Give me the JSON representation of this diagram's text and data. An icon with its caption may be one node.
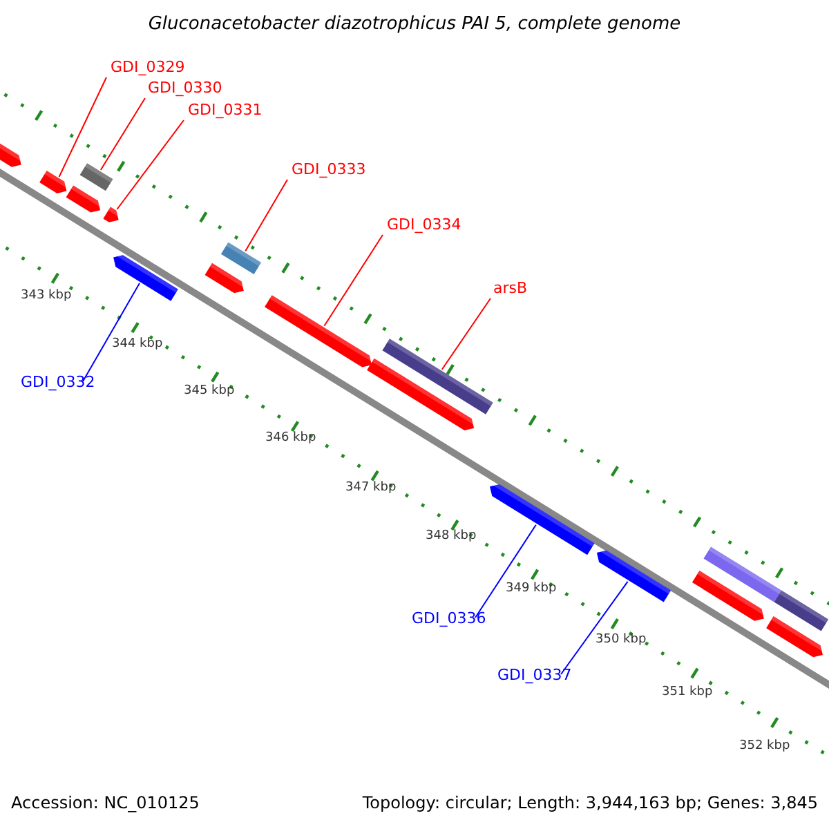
{
  "diagram": {
    "title": "Gluconacetobacter diazotrophicus PAI 5, complete genome",
    "nodes": [
      {
        "text": [
          "GDI_0329"
        ]
      },
      {
        "text": [
          "GDI_0330"
        ]
      },
      {
        "text": [
          "GDI_0331"
        ]
      },
      {
        "text": [
          "GDI_0333"
        ]
      },
      {
        "text": [
          "GDI_0334"
        ]
      },
      {
        "text": [
          "arsB"
        ]
      },
      {
        "text": [
          "GDI_0332"
        ]
      },
      {
        "text": [
          "GDI_0336"
        ]
      },
      {
        "text": [
          "GDI_0337"
        ]
      },
      {
        "text": [],
        "shape": "bar"
      },
      {
        "text": [],
        "shape": "bar"
      },
      {
        "text": [],
        "shape": "bar"
      },
      {
        "text": [],
        "shape": "bar"
      },
      {
        "text": [],
        "shape": "bar"
      },
      {
        "text": [],
        "shape": "bar"
      },
      {
        "text": [],
        "shape": "bar"
      },
      {
        "text": [],
        "shape": "bar"
      },
      {
        "text": [],
        "shape": "bar"
      },
      {
        "text": [],
        "shape": "bar"
      },
      {
        "text": [],
        "shape": "bar"
      },
      {
        "text": [],
        "shape": "bar"
      },
      {
        "text": [],
        "shape": "bar"
      },
      {
        "text": [],
        "shape": "bar"
      },
      {
        "text": [],
        "shape": "bar"
      },
      {
        "text": [],
        "shape": "bar"
      },
      {
        "text": [],
        "shape": "bar"
      }
    ],
    "edges": [
      {
        "from": 0,
        "to": 10,
        "arrow": "none"
      },
      {
        "from": 1,
        "to": 11,
        "arrow": "none"
      },
      {
        "from": 2,
        "to": 13,
        "arrow": "none"
      },
      {
        "from": 3,
        "to": 16,
        "arrow": "none"
      },
      {
        "from": 4,
        "to": 17,
        "arrow": "none"
      },
      {
        "from": 5,
        "to": 19,
        "arrow": "none"
      },
      {
        "from": 6,
        "to": 14,
        "arrow": "none",
        "color": "#0000ff"
      },
      {
        "from": 7,
        "to": 20,
        "arrow": "none",
        "color": "#0000ff"
      },
      {
        "from": 8,
        "to": 21,
        "arrow": "none",
        "color": "#0000ff"
      }
    ],
    "labels": [
      "343 kbp",
      "344 kbp",
      "345 kbp",
      "346 kbp",
      "347 kbp",
      "348 kbp",
      "349 kbp",
      "350 kbp",
      "351 kbp",
      "352 kbp",
      "Accession: NC_010125",
      "Topology: circular; Length: 3,944,163 bp; Genes: 3,845"
    ]
  }
}
